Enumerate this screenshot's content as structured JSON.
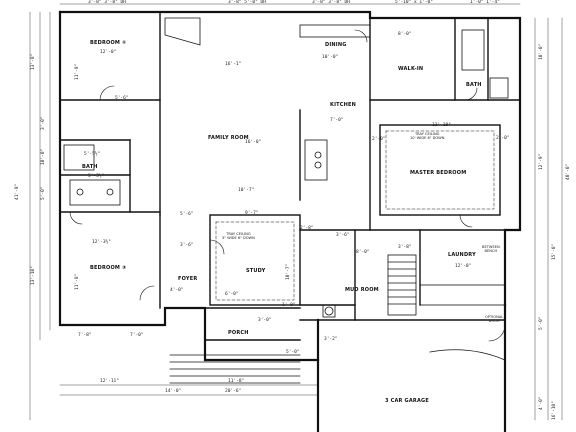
{
  "rooms": {
    "bedroom2": "BEDROOM ①",
    "family_room": "FAMILY ROOM",
    "dining": "DINING",
    "kitchen": "KITCHEN",
    "walk_in": "WALK-IN",
    "master_bath": "BATH",
    "master_bedroom": "MASTER BEDROOM",
    "bath": "BATH",
    "bedroom3": "BEDROOM ③",
    "study": "STUDY",
    "foyer": "FOYER",
    "laundry": "LAUNDRY",
    "mud_room": "MUD ROOM",
    "porch": "PORCH",
    "garage": "3 CAR GARAGE"
  },
  "notes": {
    "tray_master": "TRAY CEILING\n10' WIDE 6\" DOWN",
    "tray_study": "TRAY CEILING\n3\" WIDE 6\" DOWN",
    "optional_door": "OPTIONAL\nDOOR",
    "between_bench": "BETWEEN\nBENCH"
  },
  "dims_top": [
    "3'-8\"  3'-8\" DH",
    "3'-8\" 5'-0\" DH",
    "3'-8\" 3'-8\" DH",
    "5'-10\" x 1'-0\"",
    "1'-0\" 1'-4\""
  ],
  "dims_left": [
    "13'-8\"",
    "3'-0\"",
    "10'-0\"",
    "5'-0\"",
    "13'-10\"",
    "41'-8\""
  ],
  "dims_right": [
    "10'-0\"",
    "12'-9\"",
    "40'-0\"",
    "15'-0\"",
    "5'-0\"",
    "4'-0\"",
    "16'-10\""
  ],
  "dims_bottom": [
    "12'-11\"",
    "20'-6\"",
    "11'-8\"",
    "14'-0\""
  ],
  "interior_dims": {
    "bed2_w": "12'-0\"",
    "bed2_h": "11'-8\"",
    "family_w": "16'-1\"",
    "family_d": "10'-7\"",
    "family_gap": "5'-6\"",
    "study_w": "9'-7\"",
    "study_h": "10'-7\"",
    "bed3_w": "12'-3½\"",
    "bed3_h": "11'-8\"",
    "master_w": "13'-10\"",
    "master_d": "2'-0\"",
    "laundry_w": "12'-0\"",
    "mud_w": "3'-6\"",
    "porch_w": "3'-0\"",
    "foyer_w": "3'-6\"",
    "dining_w": "10'-0\"",
    "kitchen_w": "7'-0\"",
    "walk_w": "8'-0\"",
    "bath_w": "5'-5½\"",
    "bath2_w": "5'-3½\"",
    "kitchen_island": "16'-0\"",
    "laundry_dim": "3'-8\""
  },
  "dims_misc": [
    "7'-8\"",
    "7'-0\"",
    "2'-0\"",
    "8'-0\"",
    "2'-8\"",
    "5'-6\"",
    "4'-0\"",
    "6'-0\"",
    "5'-0\"",
    "1'-0\"",
    "3'-2\""
  ]
}
